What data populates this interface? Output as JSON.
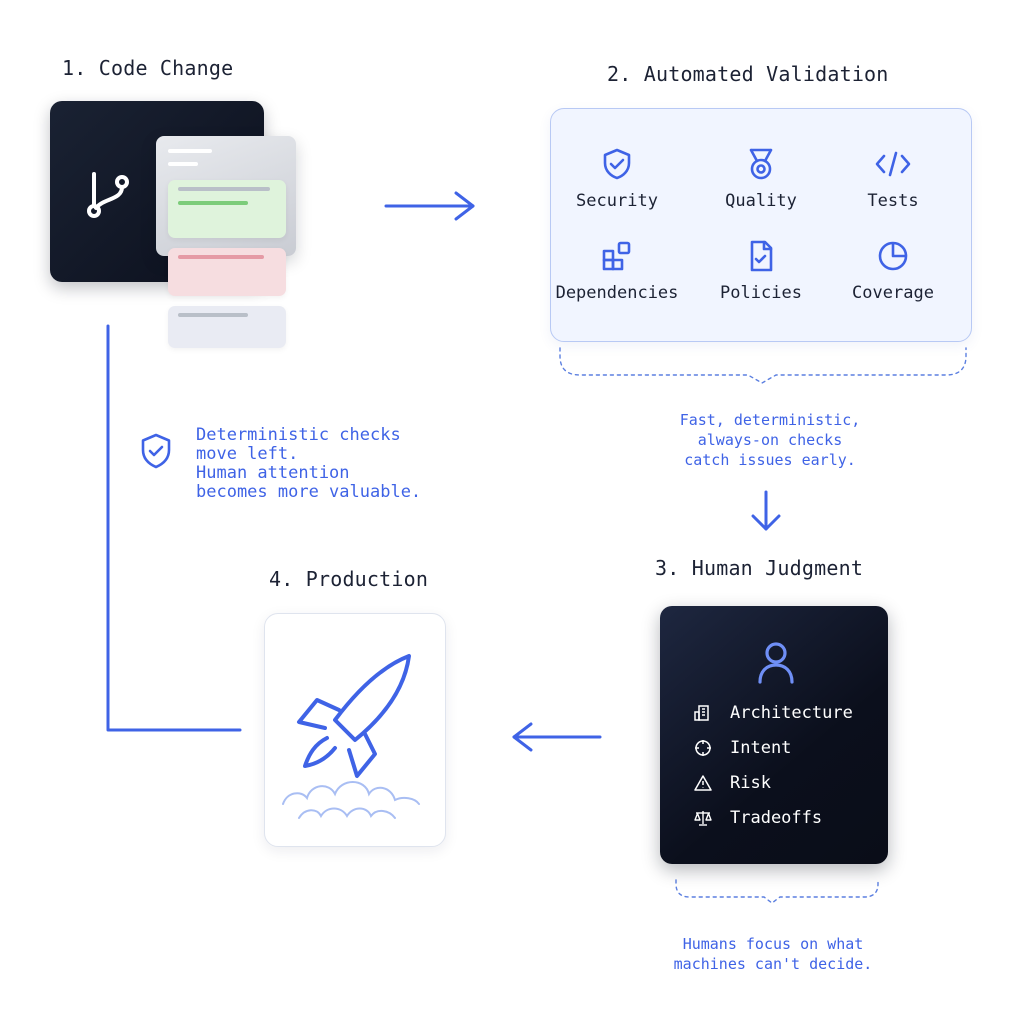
{
  "steps": {
    "code_change": {
      "title": "1. Code Change",
      "icon": "git-branch-icon"
    },
    "validation": {
      "title": "2. Automated Validation",
      "checks": [
        {
          "label": "Security",
          "icon": "shield-check-icon"
        },
        {
          "label": "Quality",
          "icon": "medal-icon"
        },
        {
          "label": "Tests",
          "icon": "code-brackets-icon"
        },
        {
          "label": "Dependencies",
          "icon": "blocks-icon"
        },
        {
          "label": "Policies",
          "icon": "document-check-icon"
        },
        {
          "label": "Coverage",
          "icon": "pie-chart-icon"
        }
      ],
      "note": "Fast, deterministic,\nalways-on checks\ncatch issues early."
    },
    "judgment": {
      "title": "3. Human Judgment",
      "icon": "person-icon",
      "items": [
        {
          "label": "Architecture",
          "icon": "building-icon"
        },
        {
          "label": "Intent",
          "icon": "crosshair-icon"
        },
        {
          "label": "Risk",
          "icon": "warning-icon"
        },
        {
          "label": "Tradeoffs",
          "icon": "scales-icon"
        }
      ],
      "note": "Humans focus on what\nmachines can't decide."
    },
    "production": {
      "title": "4. Production",
      "icon": "rocket-icon"
    }
  },
  "side_note": "Deterministic checks\nmove left.\nHuman attention\nbecomes more valuable.",
  "colors": {
    "accent": "#3f63e6",
    "dark_card": "#0b0f1c",
    "validation_bg": "#f1f5ff",
    "diff_green": "#dff3dc",
    "diff_red": "#f6dde0"
  }
}
